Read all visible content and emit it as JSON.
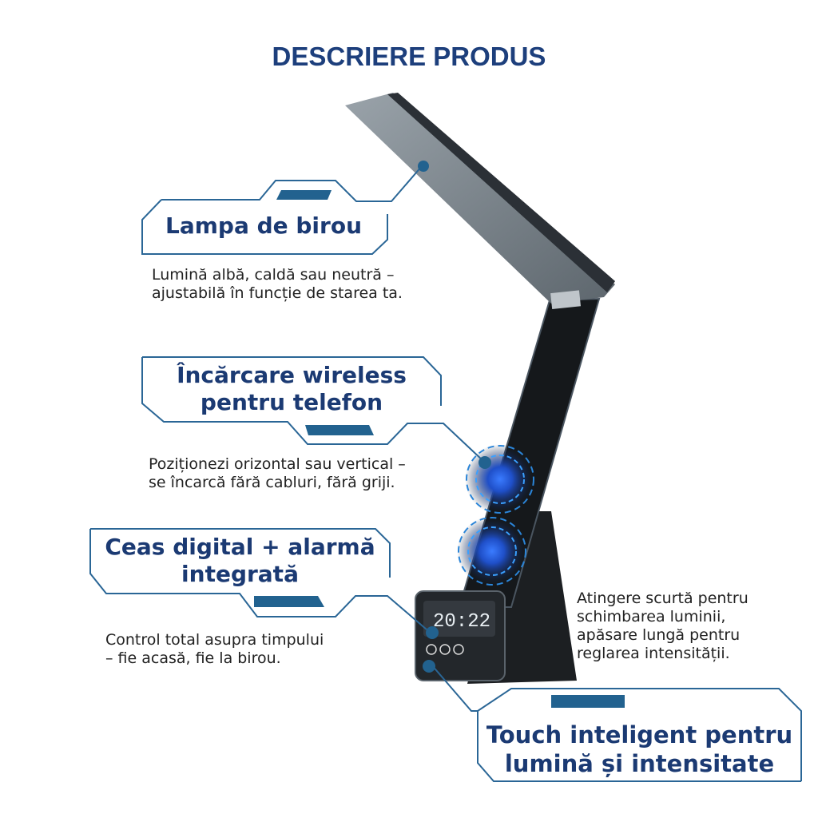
{
  "title": "DESCRIERE PRODUS",
  "features": {
    "lamp": {
      "heading": "Lampa de birou",
      "desc_1": "Lumină albă, caldă sau neutră –",
      "desc_2": "ajustabilă în funcție de starea ta."
    },
    "wireless": {
      "heading_1": "Încărcare wireless",
      "heading_2": "pentru telefon",
      "desc_1": "Poziționezi orizontal sau vertical –",
      "desc_2": "se încarcă fără cabluri, fără griji."
    },
    "clock": {
      "heading_1": "Ceas digital + alarmă",
      "heading_2": "integrată",
      "desc_1": "Control total asupra timpului",
      "desc_2": "– fie acasă, fie la birou."
    },
    "touch": {
      "heading_1": "Touch inteligent pentru",
      "heading_2": "lumină și intensitate",
      "desc_1": "Atingere scurtă pentru",
      "desc_2": "schimbarea luminii,",
      "desc_3": "apăsare lungă pentru",
      "desc_4": "reglarea intensității."
    }
  },
  "clock_display": "20:22",
  "colors": {
    "title": "#1b3a73",
    "frame": "#2a6696",
    "bar": "#22628f",
    "glow": "#2a7fff"
  }
}
